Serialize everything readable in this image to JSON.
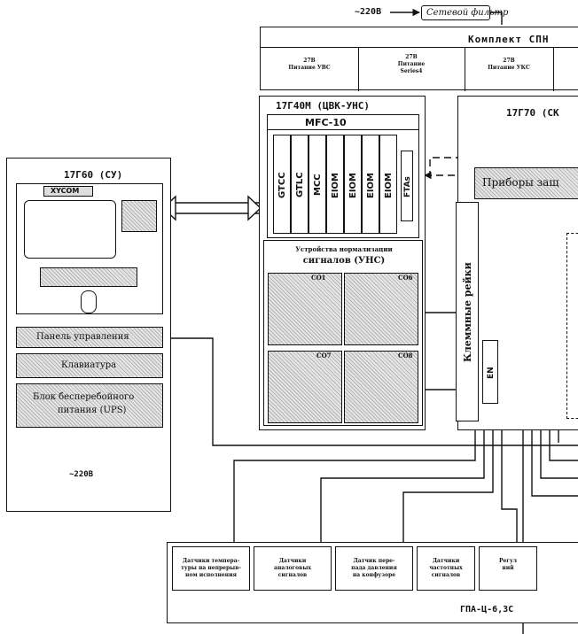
{
  "top": {
    "voltage": "~220В",
    "filter": "Сетевой фильтр"
  },
  "spn": {
    "title": "Комплект СПН",
    "cells": [
      {
        "line1": "27В",
        "line2": "Питание УВС",
        "line3": ""
      },
      {
        "line1": "27В",
        "line2": "Питание",
        "line3": "Series4"
      },
      {
        "line1": "27В",
        "line2": "Питание УКС",
        "line3": ""
      },
      {
        "line1": "",
        "line2": "",
        "line3": ""
      }
    ]
  },
  "su": {
    "title": "17Г60 (СУ)",
    "xycom": "XYCOM",
    "panel": "Панель управления",
    "keyboard": "Клавиатура",
    "ups_line1": "Блок бесперебойного",
    "ups_line2": "питания (UPS)",
    "voltage": "~220В"
  },
  "tsvk": {
    "title": "17Г40М (ЦВК-УНС)",
    "mfc": "MFC-10",
    "cards": [
      "GTCC",
      "GTLC",
      "MCC",
      "EIOM",
      "EIOM",
      "EIOM",
      "EIOM"
    ],
    "ftas": "FTAs",
    "uns_line1": "Устройства нормализации",
    "uns_line2": "сигналов (УНС)",
    "modules": [
      "CO1",
      "CO6",
      "CO7",
      "CO8"
    ]
  },
  "skz": {
    "title": "17Г70 (СК",
    "protect": "Приборы защ",
    "terminal": "Клеммные рейки",
    "en": "EN"
  },
  "sensors": [
    {
      "line1": "Датчики темпера-",
      "line2": "туры на непрерыв-",
      "line3": "ном исполнения"
    },
    {
      "line1": "Датчики",
      "line2": "аналоговых",
      "line3": "сигналов"
    },
    {
      "line1": "Датчик пере-",
      "line2": "пада давления",
      "line3": "на конфузоре"
    },
    {
      "line1": "Датчики",
      "line2": "частотных",
      "line3": "сигналов"
    },
    {
      "line1": "Регул",
      "line2": "ний",
      "line3": ""
    }
  ],
  "gpa": "ГПА-Ц-6,3С"
}
